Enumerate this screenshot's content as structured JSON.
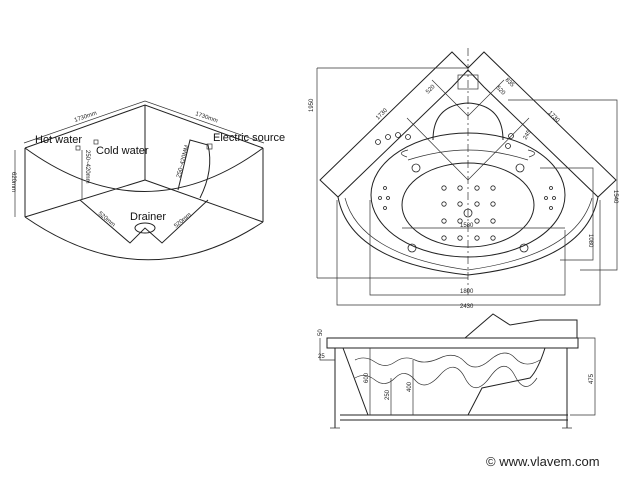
{
  "left_view": {
    "hot_water": "Hot water",
    "cold_water": "Cold water",
    "electric_source": "Electric source",
    "drainer": "Drainer",
    "dim_left_edge": "1730mm",
    "dim_right_edge": "1730mm",
    "dim_height": "620mm",
    "dim_hot_pipe": "250~420mm",
    "dim_electric": "250~420MM",
    "dim_drain_left": "520mm",
    "dim_drain_right": "520mm"
  },
  "top_view": {
    "dim_height": "1950",
    "dim_right": "1540",
    "dim_inner": "1080",
    "dim_width_inner": "1800",
    "dim_width_outer": "2430",
    "dim_diag_left": "1730",
    "dim_diag_right": "1730",
    "dim_seat_left": "520",
    "dim_seat_right": "520",
    "dim_corner": "835",
    "dim_corner_small": "245",
    "dim_basin": "1580"
  },
  "side_view": {
    "dim_rim": "50",
    "dim_skirt": "25",
    "dim_depth": "600",
    "dim_seat": "250",
    "dim_water": "400",
    "dim_total": "475"
  },
  "watermark": "© www.vlavem.com"
}
